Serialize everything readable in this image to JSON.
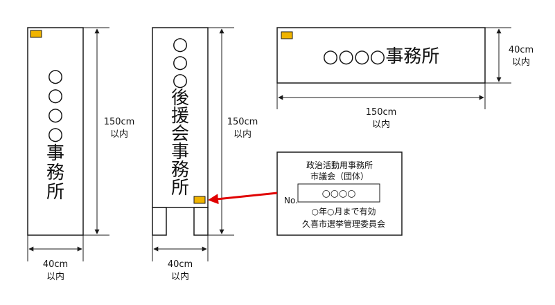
{
  "colors": {
    "line": "#1a1a1a",
    "sign_fill": "#ffffff",
    "plate_fill": "#ffffff",
    "marker_fill": "#f0b400",
    "arrow": "#e00000"
  },
  "sign_left": {
    "text_chars": [
      "○",
      "○",
      "○",
      "○",
      "事",
      "務",
      "所"
    ],
    "height_label": "150cm",
    "height_sub": "以内",
    "width_label": "40cm",
    "width_sub": "以内"
  },
  "sign_middle": {
    "text_chars": [
      "○",
      "○",
      "○",
      "後",
      "援",
      "会",
      "事",
      "務",
      "所"
    ],
    "height_label": "150cm",
    "height_sub": "以内",
    "width_label": "40cm",
    "width_sub": "以内"
  },
  "sign_right": {
    "text": "○○○○事務所",
    "height_label": "40cm",
    "height_sub": "以内",
    "width_label": "150cm",
    "width_sub": "以内"
  },
  "plate": {
    "line1": "政治活動用事務所",
    "line2": "市議会（団体）",
    "no_label": "No.",
    "no_value": "○○○○",
    "validity": "○年○月まで有効",
    "issuer": "久喜市選挙管理委員会"
  }
}
